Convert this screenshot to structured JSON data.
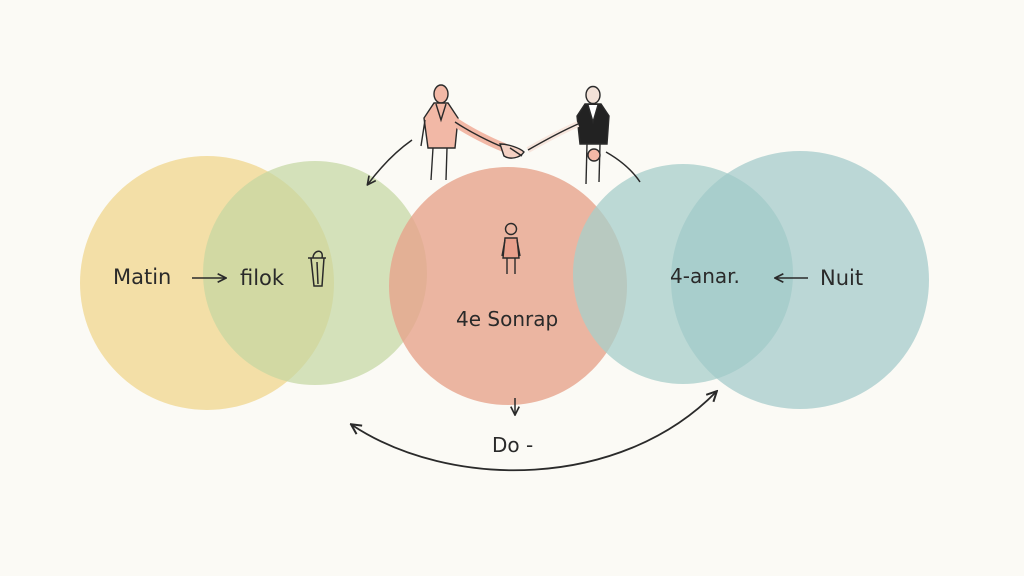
{
  "palette": {
    "background": "#fbfaf5",
    "ink": "#2a2a2a",
    "yellow": "#f4d98c",
    "green": "#c8dba8",
    "salmon": "#eba792",
    "teal": "#a9d3d3",
    "blue": "#a3cdd2",
    "suit_pink": "#f2b8a6",
    "suit_dark": "#222222"
  },
  "labels": {
    "left": "Matin",
    "left_inner": "filok",
    "center": "4e Sonrap",
    "right_inner": "4-anar.",
    "right": "Nuit",
    "bottom": "Do -"
  },
  "figures": {
    "left_person": "person-pink-suit-icon",
    "right_person": "person-dark-suit-icon",
    "center_person": "standing-person-icon",
    "cup": "cup-icon"
  }
}
